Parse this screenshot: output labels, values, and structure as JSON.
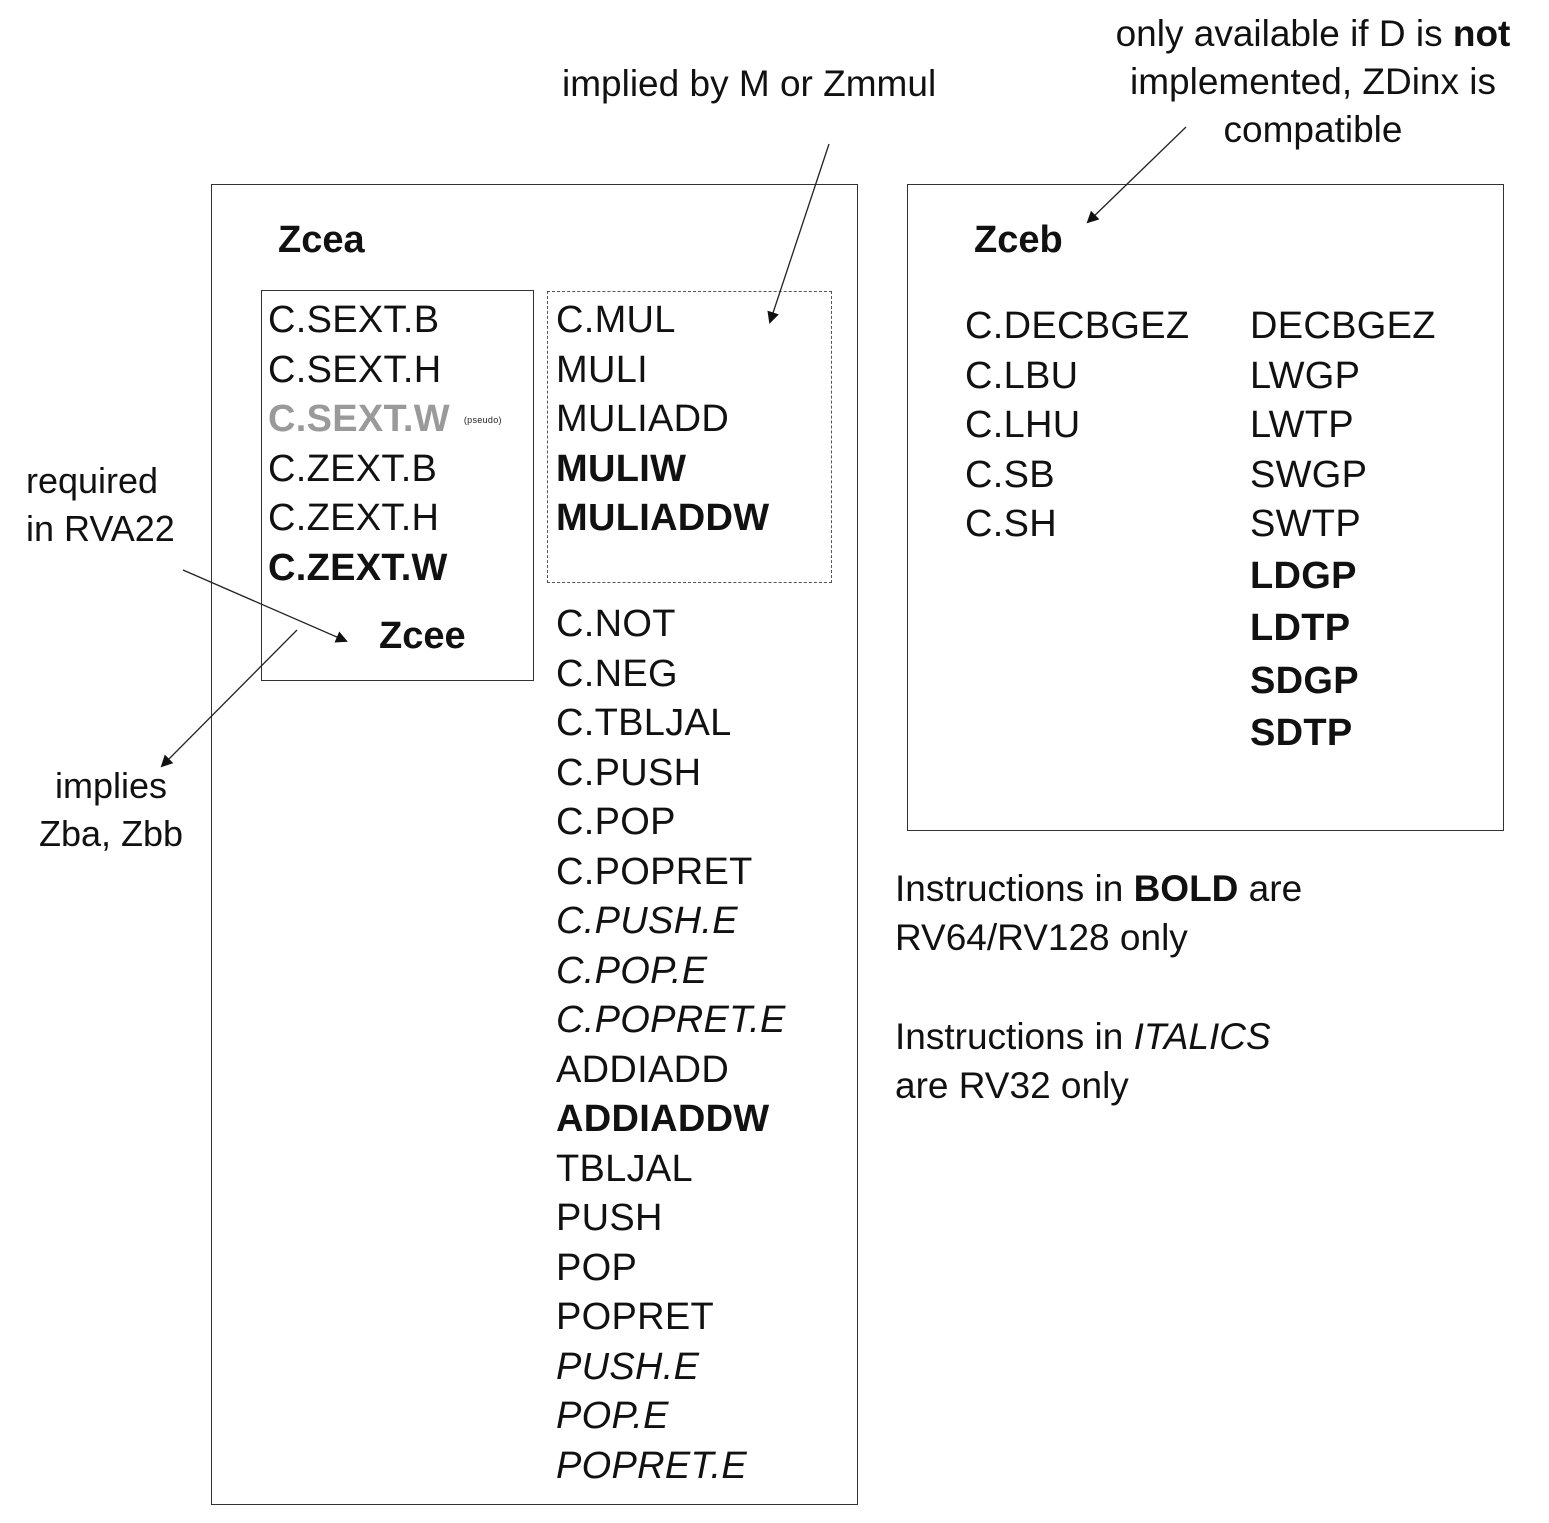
{
  "annotations": {
    "implied_by": "implied by M or Zmmul",
    "only_available_1": "only available if D is ",
    "only_available_bold": "not",
    "only_available_2": "implemented, ZDinx is",
    "only_available_3": "compatible",
    "required_1": "required",
    "required_2": "in RVA22",
    "implies_1": "implies",
    "implies_2": "Zba, Zbb"
  },
  "zcea": {
    "title": "Zcea",
    "zcee": {
      "title": "Zcee",
      "items": [
        {
          "text": "C.SEXT.B",
          "style": "normal"
        },
        {
          "text": "C.SEXT.H",
          "style": "normal"
        },
        {
          "text": "C.SEXT.W",
          "style": "grey",
          "note": "(pseudo)"
        },
        {
          "text": "C.ZEXT.B",
          "style": "normal"
        },
        {
          "text": "C.ZEXT.H",
          "style": "normal"
        },
        {
          "text": "C.ZEXT.W",
          "style": "bold"
        }
      ]
    },
    "mul_group": [
      {
        "text": "C.MUL",
        "style": "normal"
      },
      {
        "text": "MULI",
        "style": "normal"
      },
      {
        "text": "MULIADD",
        "style": "normal"
      },
      {
        "text": "MULIW",
        "style": "bold"
      },
      {
        "text": "MULIADDW",
        "style": "bold"
      }
    ],
    "others": [
      {
        "text": "C.NOT",
        "style": "normal"
      },
      {
        "text": "C.NEG",
        "style": "normal"
      },
      {
        "text": "C.TBLJAL",
        "style": "normal"
      },
      {
        "text": "C.PUSH",
        "style": "normal"
      },
      {
        "text": "C.POP",
        "style": "normal"
      },
      {
        "text": "C.POPRET",
        "style": "normal"
      },
      {
        "text": "C.PUSH.E",
        "style": "italic"
      },
      {
        "text": "C.POP.E",
        "style": "italic"
      },
      {
        "text": "C.POPRET.E",
        "style": "italic"
      },
      {
        "text": "ADDIADD",
        "style": "normal"
      },
      {
        "text": "ADDIADDW",
        "style": "bold"
      },
      {
        "text": "TBLJAL",
        "style": "normal"
      },
      {
        "text": "PUSH",
        "style": "normal"
      },
      {
        "text": "POP",
        "style": "normal"
      },
      {
        "text": "POPRET",
        "style": "normal"
      },
      {
        "text": "PUSH.E",
        "style": "italic"
      },
      {
        "text": "POP.E",
        "style": "italic"
      },
      {
        "text": "POPRET.E",
        "style": "italic"
      }
    ]
  },
  "zceb": {
    "title": "Zceb",
    "col1": [
      {
        "text": "C.DECBGEZ",
        "style": "normal"
      },
      {
        "text": "C.LBU",
        "style": "normal"
      },
      {
        "text": "C.LHU",
        "style": "normal"
      },
      {
        "text": "C.SB",
        "style": "normal"
      },
      {
        "text": "C.SH",
        "style": "normal"
      }
    ],
    "col2": [
      {
        "text": "DECBGEZ",
        "style": "normal"
      },
      {
        "text": "LWGP",
        "style": "normal"
      },
      {
        "text": "LWTP",
        "style": "normal"
      },
      {
        "text": "SWGP",
        "style": "normal"
      },
      {
        "text": "SWTP",
        "style": "normal"
      },
      {
        "text": "LDGP",
        "style": "bold"
      },
      {
        "text": "LDTP",
        "style": "bold"
      },
      {
        "text": "SDGP",
        "style": "bold"
      },
      {
        "text": "SDTP",
        "style": "bold"
      }
    ]
  },
  "legend": {
    "bold_1": "Instructions in ",
    "bold_word": "BOLD",
    "bold_2": " are",
    "bold_3": "RV64/RV128 only",
    "italic_1": "Instructions in ",
    "italic_word": "ITALICS",
    "italic_3": "are RV32 only"
  }
}
